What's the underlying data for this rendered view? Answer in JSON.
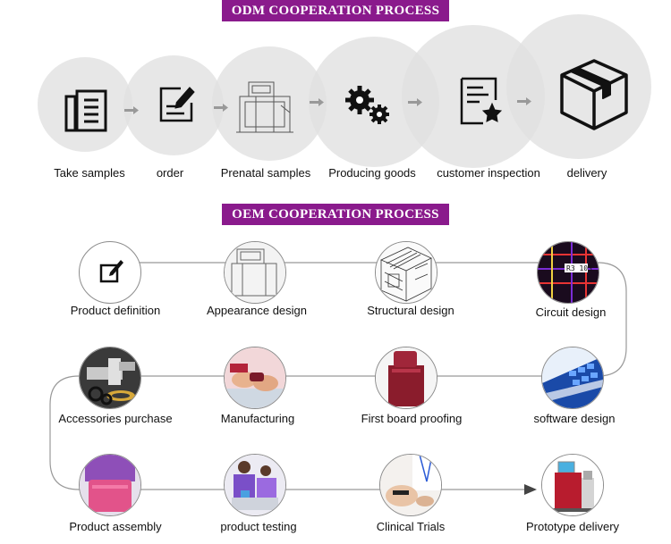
{
  "odm": {
    "title": "ODM COOPERATION PROCESS",
    "steps": [
      {
        "label": "Take samples",
        "icon": "document-stack-icon"
      },
      {
        "label": "order",
        "icon": "edit-form-icon"
      },
      {
        "label": "Prenatal samples",
        "icon": "machine-sketch-icon"
      },
      {
        "label": "Producing goods",
        "icon": "gears-icon"
      },
      {
        "label": "customer inspection",
        "icon": "checklist-star-icon"
      },
      {
        "label": "delivery",
        "icon": "box-icon"
      }
    ]
  },
  "oem": {
    "title": "OEM COOPERATION PROCESS",
    "steps": [
      {
        "label": "Product definition",
        "icon": "edit-square-icon"
      },
      {
        "label": "Appearance design",
        "icon": "device-sketch-icon"
      },
      {
        "label": "Structural design",
        "icon": "wireframe-icon"
      },
      {
        "label": "Circuit design",
        "icon": "circuit-board-icon"
      },
      {
        "label": "software design",
        "icon": "software-screen-icon"
      },
      {
        "label": "First board proofing",
        "icon": "prototype-board-icon"
      },
      {
        "label": "Manufacturing",
        "icon": "assembly-hands-icon"
      },
      {
        "label": "Accessories purchase",
        "icon": "metal-parts-icon"
      },
      {
        "label": "Product assembly",
        "icon": "pink-device-icon"
      },
      {
        "label": "product testing",
        "icon": "lab-workers-icon"
      },
      {
        "label": "Clinical Trials",
        "icon": "treatment-icon"
      },
      {
        "label": "Prototype delivery",
        "icon": "beauty-machine-icon"
      }
    ]
  },
  "colors": {
    "banner": "#8a1a8c",
    "bubble": "#e0e0e0",
    "connector": "#999999"
  }
}
